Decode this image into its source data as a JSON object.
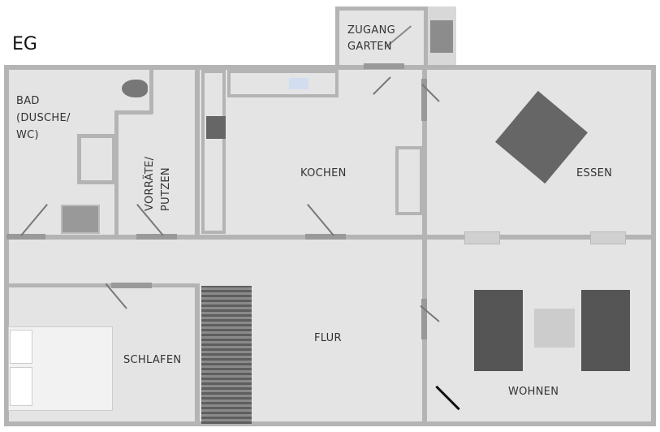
{
  "floor_label": "EG",
  "rooms": {
    "bad": [
      "BAD",
      "(DUSCHE/",
      "WC)"
    ],
    "vorraete": [
      "VORRÄTE/",
      "PUTZEN"
    ],
    "kochen": "KOCHEN",
    "essen": "ESSEN",
    "zugang": [
      "ZUGANG",
      "GARTEN"
    ],
    "flur": "FLUR",
    "schlafen": "SCHLAFEN",
    "wohnen": "WOHNEN"
  },
  "colors": {
    "wall": "#b4b4b4",
    "floor": "#e4e4e4",
    "furniture_dark": "#555555"
  }
}
